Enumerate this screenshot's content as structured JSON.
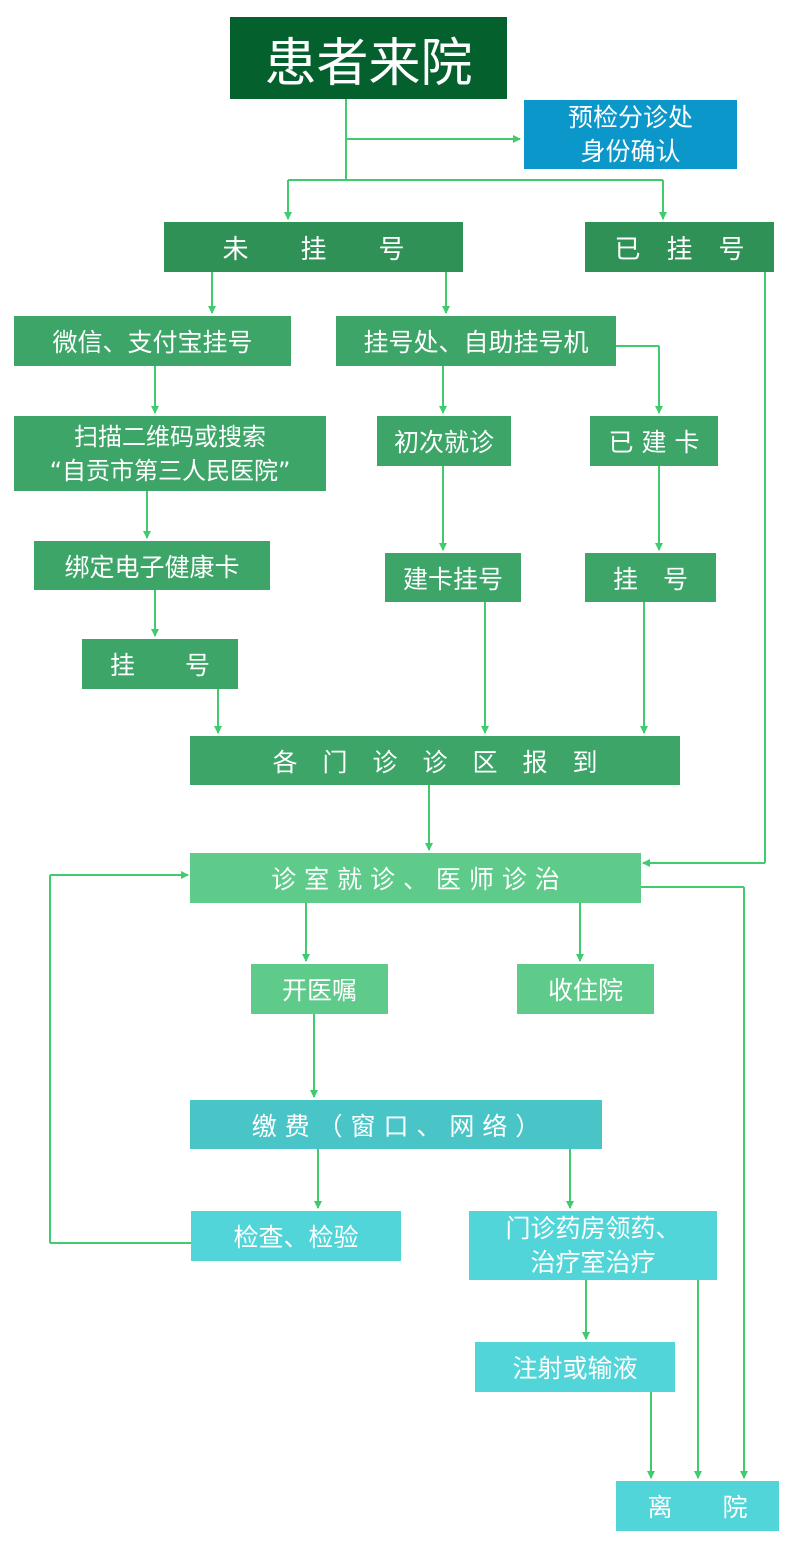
{
  "colors": {
    "connector": "#3fcb6e",
    "dark_green": "#04602d",
    "blue": "#0b97c9",
    "medium_green": "#2f9155",
    "sea_green": "#3da568",
    "light_green": "#5fcb8b",
    "teal": "#49c5c8",
    "cyan": "#52d5d8"
  },
  "nodes": {
    "start": "患者来院",
    "pre_check": "预检分诊处\n身份确认",
    "not_registered": "未　　挂　　号",
    "registered": "已　挂　号",
    "wechat_alipay": "微信、支付宝挂号",
    "counter_kiosk": "挂号处、自助挂号机",
    "scan_qr": "扫描二维码或搜索\n“自贡市第三人民医院”",
    "first_visit": "初次就诊",
    "has_card": "已 建 卡",
    "bind_card": "绑定电子健康卡",
    "create_card_register": "建卡挂号",
    "register_card": "挂　号",
    "register_wechat": "挂　　号",
    "checkin": "各　门　诊　诊　区　报　到",
    "consult": "诊 室 就 诊 、 医 师 诊 治",
    "prescribe": "开医嘱",
    "admit": "收住院",
    "payment": "缴 费 （ 窗 口 、 网 络 ）",
    "exam": "检查、检验",
    "pharmacy": "门诊药房领药、\n治疗室治疗",
    "injection": "注射或输液",
    "discharge": "离　　院"
  }
}
